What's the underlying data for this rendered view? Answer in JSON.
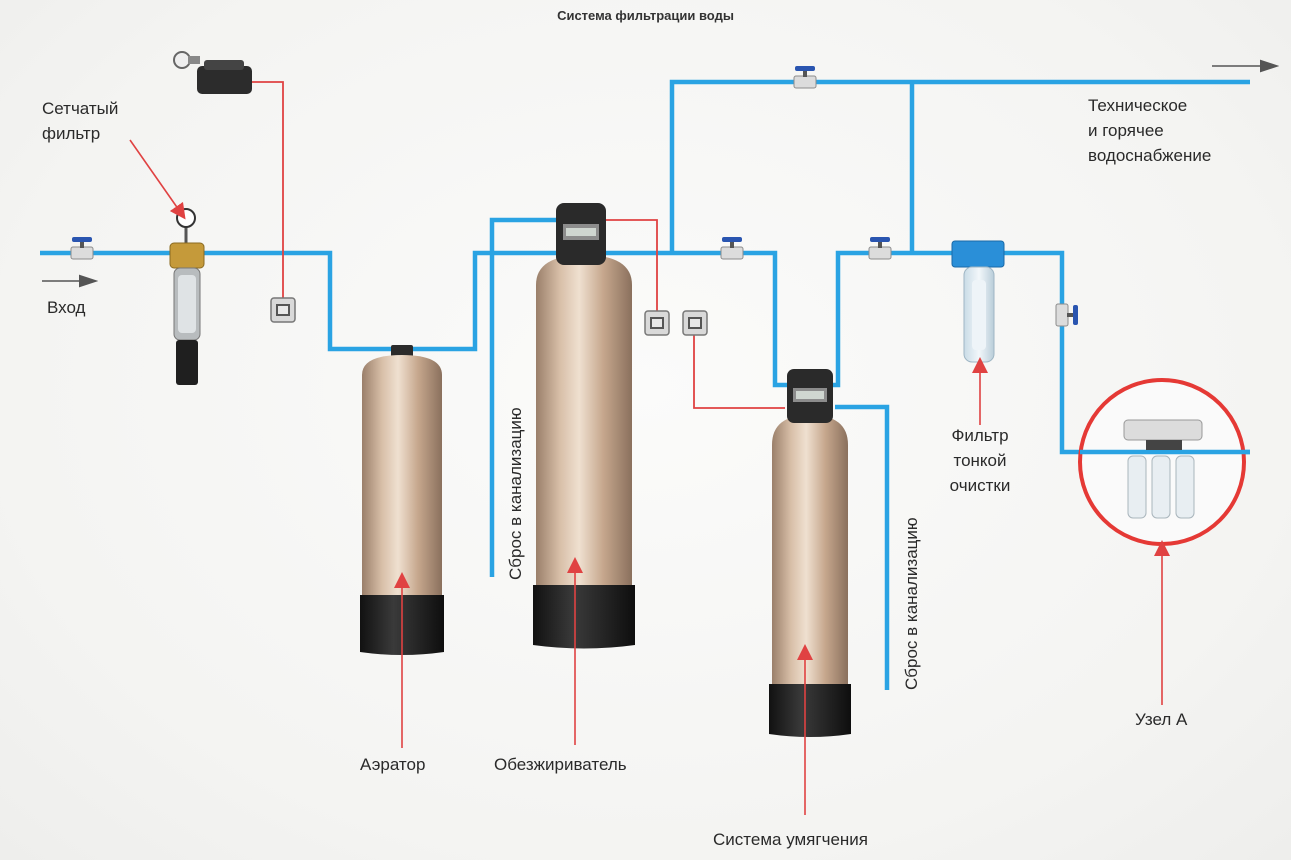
{
  "title": "Система фильтрации воды",
  "labels": {
    "inlet": "Вход",
    "mesh_filter": [
      "Сетчатый",
      "фильтр"
    ],
    "technical_supply": [
      "Техническое",
      "и горячее",
      "водоснабжение"
    ],
    "aerator": "Аэратор",
    "deironizer": "Обезжириватель",
    "softening": "Система умягчения",
    "fine_filter": [
      "Фильтр",
      "тонкой",
      "очистки"
    ],
    "node_a": "Узел А",
    "drain_1": "Сброс в канализацию",
    "drain_2": "Сброс в канализацию"
  },
  "colors": {
    "pipe": "#2aa3e3",
    "signal_wire": "#e04242",
    "arrow": "#e04242",
    "tank_body": "#c9a68a",
    "tank_base": "#1e1e1e",
    "highlight_ring": "#e53935"
  },
  "icons": {
    "valve": "ball-valve-icon",
    "sensor": "sensor-box-icon",
    "controller": "control-head-icon"
  }
}
